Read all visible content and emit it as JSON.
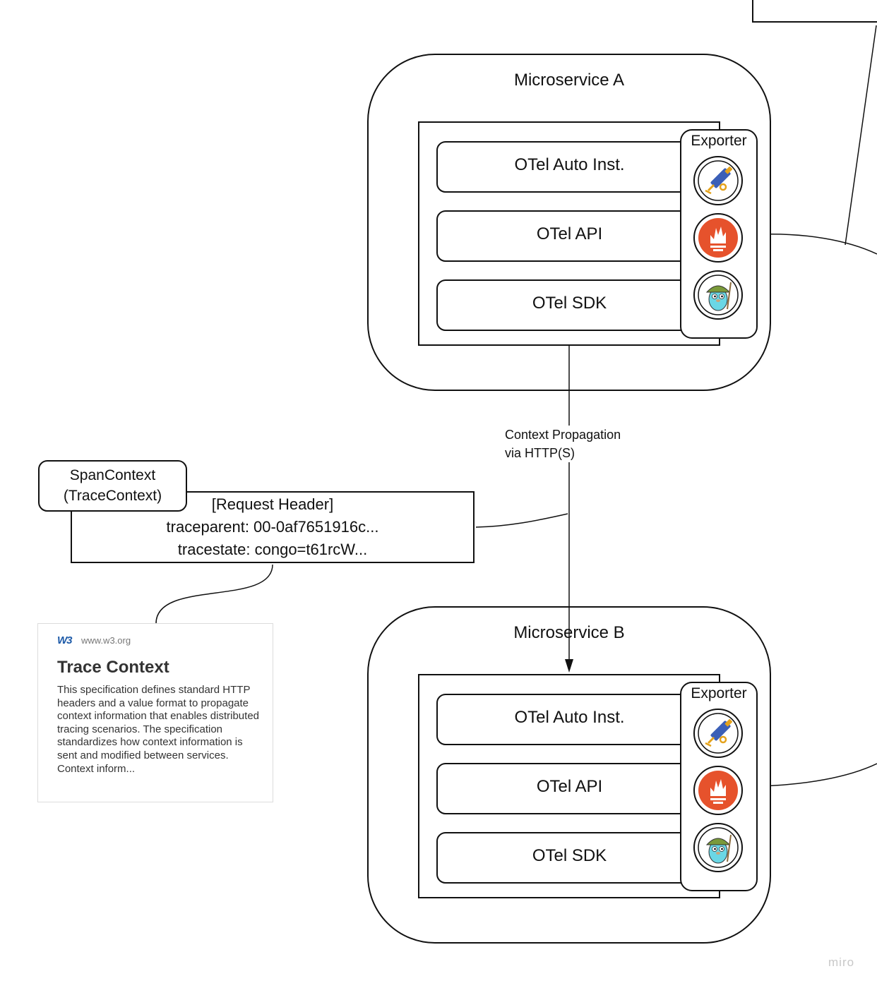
{
  "microservices": [
    {
      "title": "Microservice A",
      "layers": [
        "OTel Auto Inst.",
        "OTel API",
        "OTel SDK"
      ],
      "exporter": {
        "label": "Exporter",
        "icons": [
          "jaeger-icon",
          "prometheus-icon",
          "gopher-icon"
        ]
      }
    },
    {
      "title": "Microservice B",
      "layers": [
        "OTel Auto Inst.",
        "OTel API",
        "OTel SDK"
      ],
      "exporter": {
        "label": "Exporter",
        "icons": [
          "jaeger-icon",
          "prometheus-icon",
          "gopher-icon"
        ]
      }
    }
  ],
  "edge": {
    "label_line1": "Context Propagation",
    "label_line2": "via HTTP(S)"
  },
  "span_context": {
    "line1": "SpanContext",
    "line2": "(TraceContext)"
  },
  "request_header": {
    "title": "[Request Header]",
    "traceparent": "traceparent: 00-0af7651916c...",
    "tracestate": "tracestate: congo=t61rcW..."
  },
  "link_card": {
    "logo": "W3",
    "site": "www.w3.org",
    "title": "Trace Context",
    "description": "This specification defines standard HTTP headers and a value format to propagate context information that enables distributed tracing scenarios. The specification standardizes how context information is sent and modified between services. Context inform..."
  },
  "watermark": "miro",
  "colors": {
    "stroke": "#111111",
    "prometheus": "#e6522c",
    "jaeger_blue": "#3b5fb7",
    "jaeger_gold": "#e4a21b",
    "gopher": "#6ad7e5",
    "w3_blue": "#1d5aa8"
  }
}
